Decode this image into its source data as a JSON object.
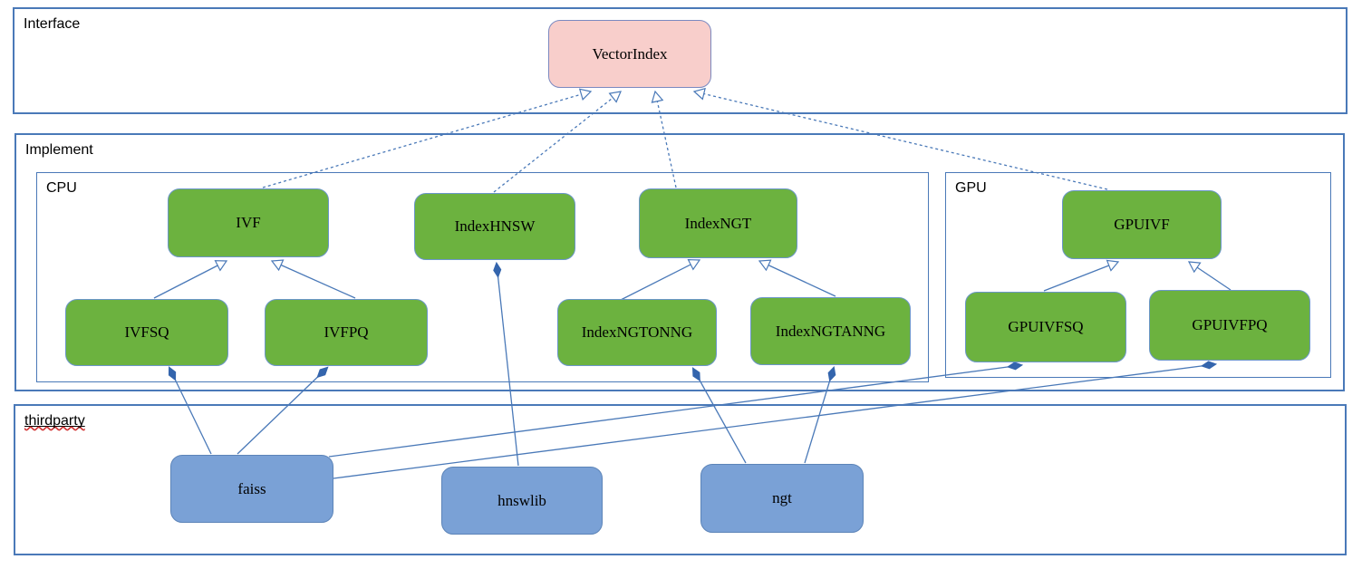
{
  "colors": {
    "edge_line": "#4a79b8",
    "container_border": "#4a79b8",
    "node_green_fill": "#6cb23f",
    "node_green_border": "#6b96c9",
    "node_blue_fill": "#7aa1d6",
    "node_blue_border": "#5c84b8",
    "node_pink_fill": "#f8cecb",
    "node_pink_border": "#7b89c0",
    "diamond_fill": "#3465ad",
    "spellcheck_wavy": "#d03030"
  },
  "groups": {
    "interface": {
      "label": "Interface"
    },
    "implement": {
      "label": "Implement"
    },
    "cpu": {
      "label": "CPU"
    },
    "gpu": {
      "label": "GPU"
    },
    "thirdparty": {
      "label": "thirdparty"
    }
  },
  "nodes": {
    "vectorindex": {
      "label": "VectorIndex",
      "kind": "interface"
    },
    "ivf": {
      "label": "IVF",
      "kind": "cpu-class"
    },
    "indexhnsw": {
      "label": "IndexHNSW",
      "kind": "cpu-class"
    },
    "indexngt": {
      "label": "IndexNGT",
      "kind": "cpu-class"
    },
    "ivfsq": {
      "label": "IVFSQ",
      "kind": "cpu-class"
    },
    "ivfpq": {
      "label": "IVFPQ",
      "kind": "cpu-class"
    },
    "indexngtonng": {
      "label": "IndexNGTONNG",
      "kind": "cpu-class"
    },
    "indexngtanng": {
      "label": "IndexNGTANNG",
      "kind": "cpu-class"
    },
    "gpuivf": {
      "label": "GPUIVF",
      "kind": "gpu-class"
    },
    "gpuivfsq": {
      "label": "GPUIVFSQ",
      "kind": "gpu-class"
    },
    "gpuivfpq": {
      "label": "GPUIVFPQ",
      "kind": "gpu-class"
    },
    "faiss": {
      "label": "faiss",
      "kind": "thirdparty-lib"
    },
    "hnswlib": {
      "label": "hnswlib",
      "kind": "thirdparty-lib"
    },
    "ngt": {
      "label": "ngt",
      "kind": "thirdparty-lib"
    }
  },
  "edges": [
    {
      "from": "IVF",
      "to": "VectorIndex",
      "type": "realization-dashed-hollow-arrow"
    },
    {
      "from": "IndexHNSW",
      "to": "VectorIndex",
      "type": "realization-dashed-hollow-arrow"
    },
    {
      "from": "IndexNGT",
      "to": "VectorIndex",
      "type": "realization-dashed-hollow-arrow"
    },
    {
      "from": "GPUIVF",
      "to": "VectorIndex",
      "type": "realization-dashed-hollow-arrow"
    },
    {
      "from": "IVFSQ",
      "to": "IVF",
      "type": "generalization-hollow-arrow"
    },
    {
      "from": "IVFPQ",
      "to": "IVF",
      "type": "generalization-hollow-arrow"
    },
    {
      "from": "IndexNGTONNG",
      "to": "IndexNGT",
      "type": "generalization-hollow-arrow"
    },
    {
      "from": "IndexNGTANNG",
      "to": "IndexNGT",
      "type": "generalization-hollow-arrow"
    },
    {
      "from": "GPUIVFSQ",
      "to": "GPUIVF",
      "type": "generalization-hollow-arrow"
    },
    {
      "from": "GPUIVFPQ",
      "to": "GPUIVF",
      "type": "generalization-hollow-arrow"
    },
    {
      "from": "IVFSQ",
      "to": "faiss",
      "type": "composition-diamond"
    },
    {
      "from": "IVFPQ",
      "to": "faiss",
      "type": "composition-diamond"
    },
    {
      "from": "GPUIVFSQ",
      "to": "faiss",
      "type": "composition-diamond"
    },
    {
      "from": "GPUIVFPQ",
      "to": "faiss",
      "type": "composition-diamond"
    },
    {
      "from": "IndexHNSW",
      "to": "hnswlib",
      "type": "composition-diamond"
    },
    {
      "from": "IndexNGTONNG",
      "to": "ngt",
      "type": "composition-diamond"
    },
    {
      "from": "IndexNGTANNG",
      "to": "ngt",
      "type": "composition-diamond"
    }
  ]
}
